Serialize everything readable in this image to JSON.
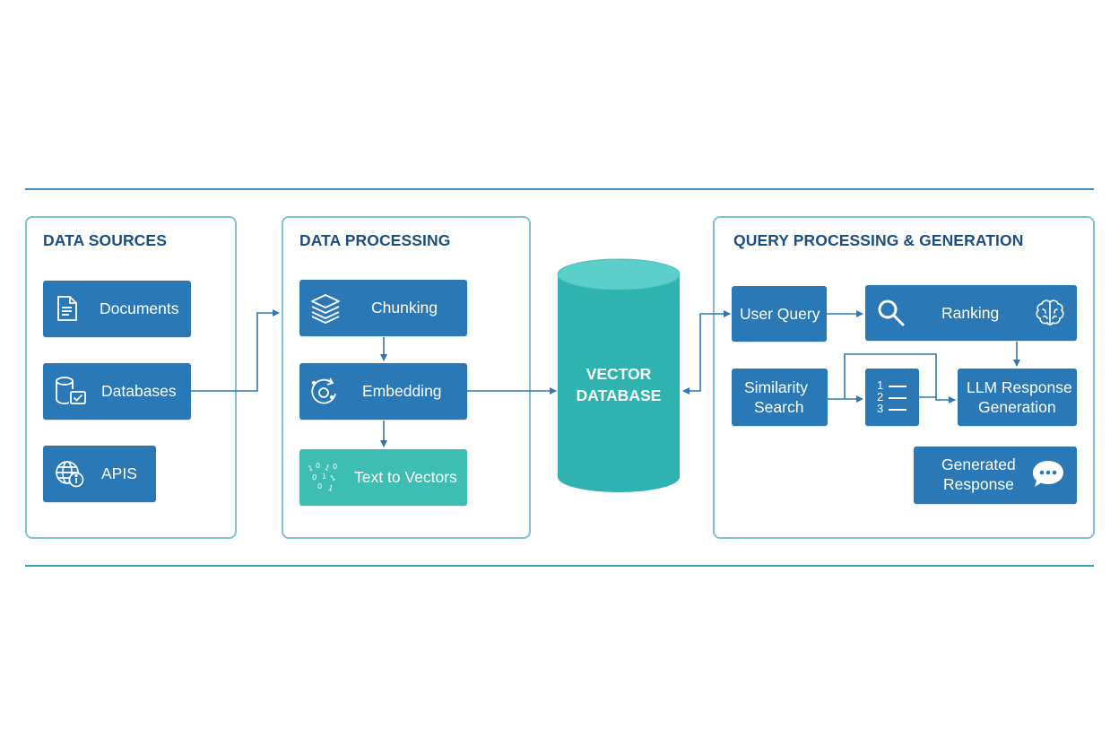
{
  "colors": {
    "rule": "#3a8fbf",
    "panel_border": "#7cc3d3",
    "title": "#1b4f82",
    "box_blue": "#2b78b6",
    "box_teal": "#3ebdb2",
    "cylinder": "#2fb3b1",
    "cylinder_top": "#5dcfcb",
    "arrow": "#2e78b4"
  },
  "data_sources": {
    "title": "DATA SOURCES",
    "documents": {
      "label": "Documents",
      "icon": "document-icon"
    },
    "databases": {
      "label": "Databases",
      "icon": "database-icon"
    },
    "apis": {
      "label": "APIS",
      "icon": "globe-info-icon"
    }
  },
  "data_processing": {
    "title": "DATA PROCESSING",
    "chunking": {
      "label": "Chunking",
      "icon": "layers-icon"
    },
    "embedding": {
      "label": "Embedding",
      "icon": "embedding-cycle-icon"
    },
    "text_to_vectors": {
      "label": "Text to Vectors",
      "icon": "scattered-numbers-icon"
    }
  },
  "vector_db": {
    "line1": "VECTOR",
    "line2": "DATABASE"
  },
  "query_processing": {
    "title": "QUERY PROCESSING & GENERATION",
    "user_query": {
      "label": "User Query"
    },
    "ranking": {
      "label": "Ranking",
      "icon": "search-icon",
      "icon2": "brain-icon"
    },
    "similarity_search": {
      "line1": "Similarity",
      "line2": "Search"
    },
    "ranked_list": {
      "icon": "numbered-list-icon",
      "numbers": [
        "1",
        "2",
        "3"
      ]
    },
    "llm_response": {
      "line1": "LLM Response",
      "line2": "Generation"
    },
    "generated_response": {
      "line1": "Generated",
      "line2": "Response",
      "icon": "chat-bubble-icon"
    }
  }
}
